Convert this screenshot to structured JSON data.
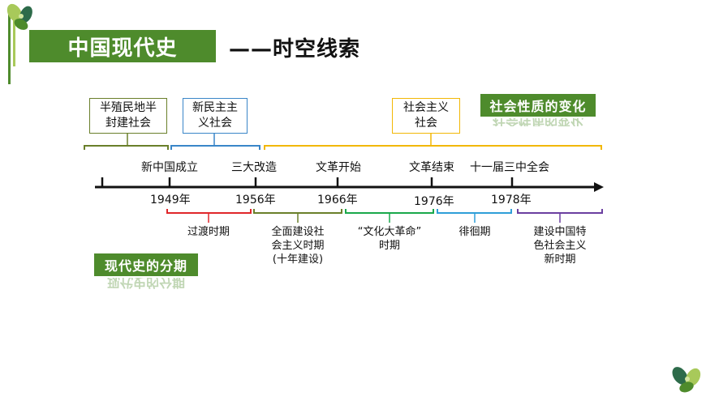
{
  "header": {
    "title": "中国现代史",
    "subtitle": "——时空线索"
  },
  "tags": {
    "nature": "社会性质的变化",
    "periods": "现代史的分期"
  },
  "nature_boxes": [
    {
      "lines": [
        "半殖民地半",
        "封建社会"
      ],
      "color": "#6a7f2a"
    },
    {
      "lines": [
        "新民主主",
        "义社会"
      ],
      "color": "#3a86c8"
    },
    {
      "lines": [
        "社会主义",
        "社会"
      ],
      "color": "#f2b705"
    }
  ],
  "events": [
    "新中国成立",
    "三大改造",
    "文革开始",
    "文革结束",
    "十一届三中全会"
  ],
  "years": [
    "1949年",
    "1956年",
    "1966年",
    "1976年",
    "1978年"
  ],
  "periods": [
    {
      "lines": [
        "过渡时期"
      ],
      "color": "#e0262a"
    },
    {
      "lines": [
        "全面建设社",
        "会主义时期",
        "(十年建设)"
      ],
      "color": "#6a7f2a"
    },
    {
      "lines": [
        "“文化大革命”",
        "时期"
      ],
      "color": "#19a84b"
    },
    {
      "lines": [
        "徘徊期"
      ],
      "color": "#2f9fd8"
    },
    {
      "lines": [
        "建设中国特",
        "色社会主义",
        "新时期"
      ],
      "color": "#6b3fa0"
    }
  ],
  "colors": {
    "brand_green": "#4e8b2c",
    "leaf_dark": "#2d6b4a",
    "leaf_light": "#a8c95a"
  },
  "icons": [
    "leaf-cluster-icon",
    "leaf-cluster-icon"
  ]
}
